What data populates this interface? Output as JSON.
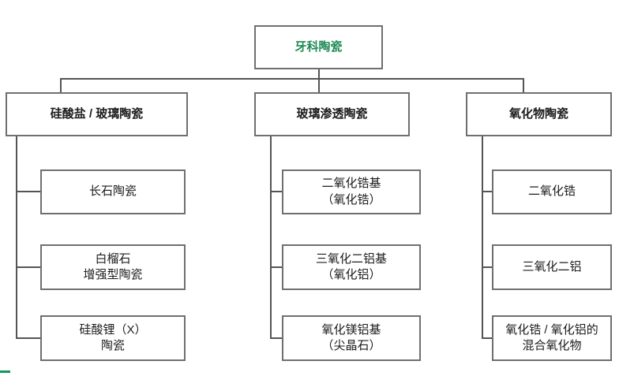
{
  "diagram": {
    "title": "牙科陶瓷",
    "branches": [
      {
        "header": "硅酸盐 / 玻璃陶瓷",
        "children": [
          {
            "lines": [
              "长石陶瓷"
            ]
          },
          {
            "lines": [
              "白榴石",
              "增强型陶瓷"
            ]
          },
          {
            "lines": [
              "硅酸锂（X）",
              "陶瓷"
            ]
          }
        ]
      },
      {
        "header": "玻璃渗透陶瓷",
        "children": [
          {
            "lines": [
              "二氧化锆基",
              "（氧化锆）"
            ]
          },
          {
            "lines": [
              "三氧化二铝基",
              "（氧化铝）"
            ]
          },
          {
            "lines": [
              "氧化镁铝基",
              "（尖晶石）"
            ]
          }
        ]
      },
      {
        "header": "氧化物陶瓷",
        "children": [
          {
            "lines": [
              "二氧化锆"
            ]
          },
          {
            "lines": [
              "三氧化二铝"
            ]
          },
          {
            "lines": [
              "氧化锆 / 氧化铝的",
              "混合氧化物"
            ]
          }
        ]
      }
    ],
    "colors": {
      "background": "#ffffff",
      "root_text": "#1f8b55",
      "box_border": "#6f6f6f",
      "connector": "#545454",
      "text": "#1c1c1c",
      "accent": "#12955a"
    }
  }
}
